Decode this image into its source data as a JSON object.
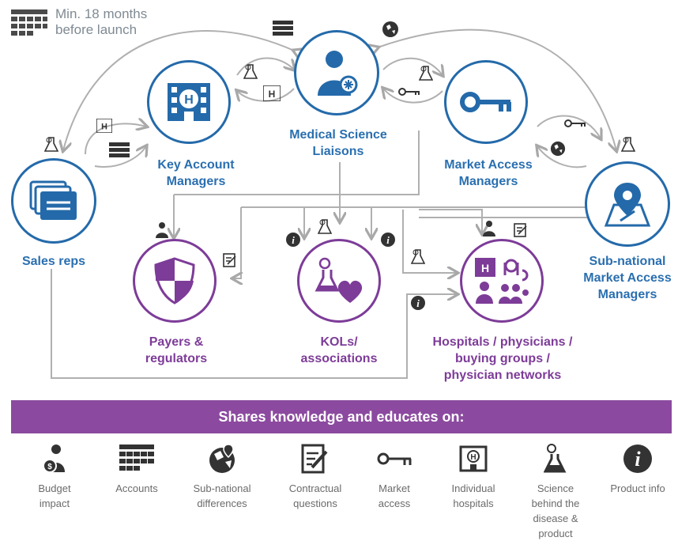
{
  "note": "Min. 18 months\nbefore launch",
  "roles": {
    "msl": "Medical Science\nLiaisons",
    "kam": "Key Account\nManagers",
    "mam": "Market Access\nManagers",
    "sales": "Sales reps",
    "snmam": "Sub-national\nMarket Access\nManagers",
    "payers": "Payers &\nregulators",
    "kols": "KOLs/\nassociations",
    "hospitals": "Hospitals / physicians /\nbuying groups /\nphysician networks"
  },
  "banner": "Shares knowledge and educates on:",
  "legend": [
    {
      "icon": "budget-impact-icon",
      "label": "Budget\nimpact"
    },
    {
      "icon": "accounts-icon",
      "label": "Accounts"
    },
    {
      "icon": "sub-national-differences-icon",
      "label": "Sub-national\ndifferences"
    },
    {
      "icon": "contractual-questions-icon",
      "label": "Contractual\nquestions"
    },
    {
      "icon": "market-access-icon",
      "label": "Market\naccess"
    },
    {
      "icon": "individual-hospitals-icon",
      "label": "Individual\nhospitals"
    },
    {
      "icon": "science-icon",
      "label": "Science\nbehind the\ndisease &\nproduct"
    },
    {
      "icon": "product-info-icon",
      "label": "Product info"
    }
  ],
  "colors": {
    "blue": "#246aaa",
    "purple": "#7d3c98",
    "banner": "#8b4a9f",
    "arrow": "#a8a8a8"
  }
}
